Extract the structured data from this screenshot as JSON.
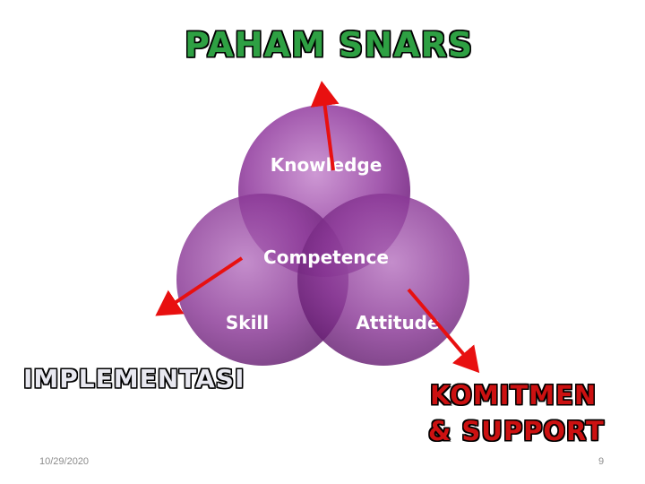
{
  "slide": {
    "title": "PAHAM SNARS",
    "implementation_label": "IMPLEMENTASI",
    "commitment_label_line1": "KOMITMEN",
    "commitment_label_line2": "& SUPPORT",
    "date": "10/29/2020",
    "page_number": "9"
  },
  "venn": {
    "top": "Knowledge",
    "center": "Competence",
    "left": "Skill",
    "right": "Attitude"
  },
  "colors": {
    "title_green": "#2ea043",
    "arrow_red": "#e81010",
    "circle_purple": "#7a2a86"
  }
}
